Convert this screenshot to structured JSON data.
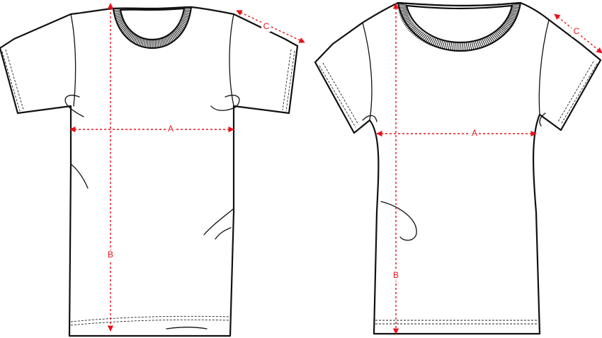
{
  "measure_color": "#e8111b",
  "line_color": "#111111",
  "garments": [
    {
      "name": "men-tshirt",
      "labels": {
        "width": "A",
        "length": "B",
        "sleeve": "C"
      }
    },
    {
      "name": "women-tshirt",
      "labels": {
        "width": "A",
        "length": "B",
        "sleeve": "C"
      }
    }
  ]
}
